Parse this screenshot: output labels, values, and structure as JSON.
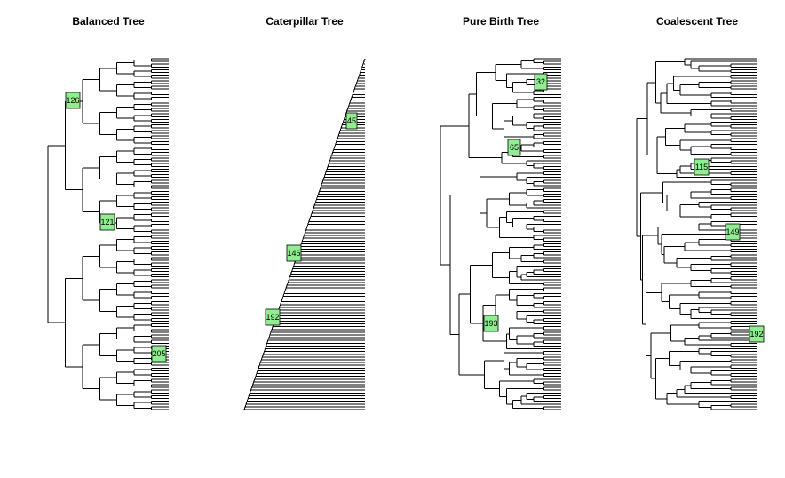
{
  "figure": {
    "panels": [
      {
        "id": "balanced",
        "title": "Balanced Tree",
        "tree_type": "balanced",
        "tips": 128,
        "node_labels": [
          "126",
          "121",
          "205"
        ]
      },
      {
        "id": "caterpillar",
        "title": "Caterpillar Tree",
        "tree_type": "caterpillar",
        "tips": 128,
        "node_labels": [
          "45",
          "146",
          "192"
        ]
      },
      {
        "id": "purebirth",
        "title": "Pure Birth Tree",
        "tree_type": "pure-birth",
        "tips": 128,
        "node_labels": [
          "32",
          "65",
          "193"
        ]
      },
      {
        "id": "coalescent",
        "title": "Coalescent Tree",
        "tree_type": "coalescent",
        "tips": 128,
        "node_labels": [
          "115",
          "149",
          "192"
        ]
      }
    ],
    "colors": {
      "node_label_fill": "#90ee90",
      "edge": "#000000",
      "background": "#ffffff"
    }
  }
}
